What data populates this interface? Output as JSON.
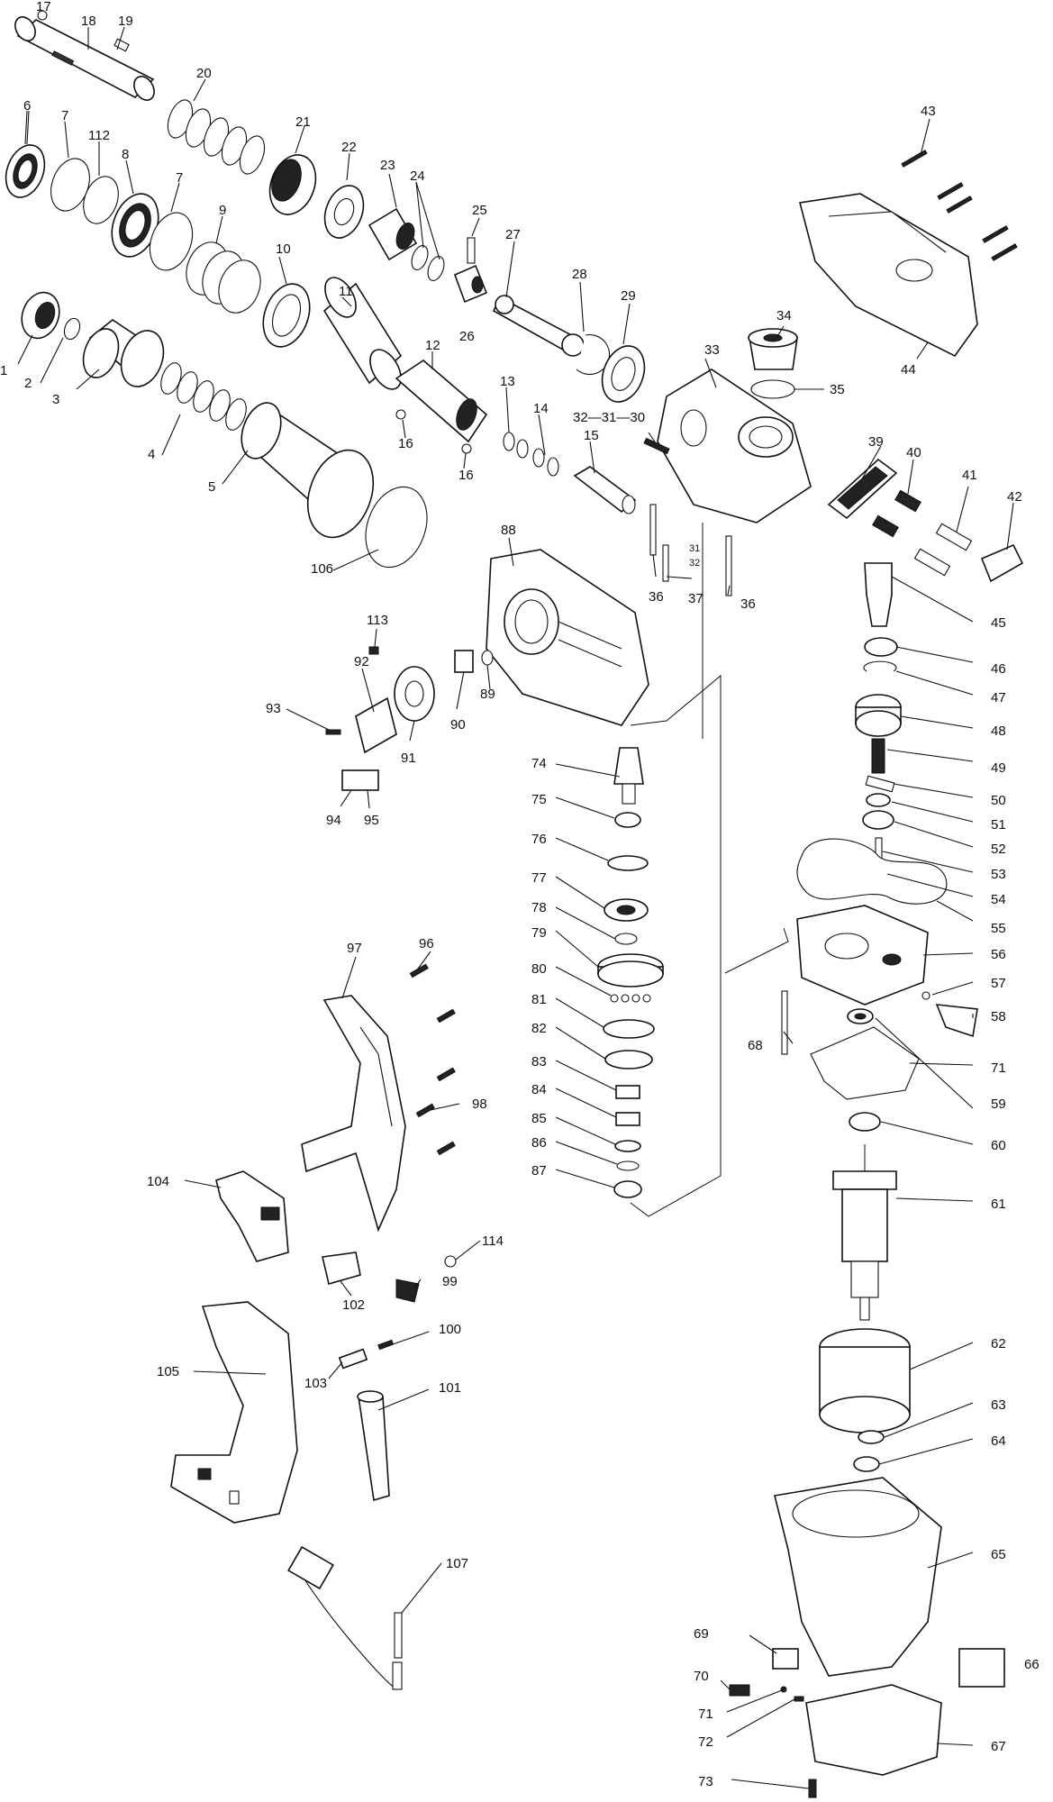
{
  "labels": {
    "p1": "1",
    "p2": "2",
    "p3": "3",
    "p4": "4",
    "p5": "5",
    "p6": "6",
    "p7a": "7",
    "p7b": "7",
    "p8": "8",
    "p9": "9",
    "p10": "10",
    "p11": "11",
    "p12": "12",
    "p13": "13",
    "p14": "14",
    "p15": "15",
    "p16a": "16",
    "p16b": "16",
    "p17": "17",
    "p18": "18",
    "p19": "19",
    "p20": "20",
    "p21": "21",
    "p22": "22",
    "p23": "23",
    "p24": "24",
    "p25": "25",
    "p26": "26",
    "p27": "27",
    "p28": "28",
    "p29": "29",
    "p30row": "32—31—30",
    "p31": "31",
    "p32": "32",
    "p33": "33",
    "p34": "34",
    "p35": "35",
    "p36a": "36",
    "p36b": "36",
    "p37": "37",
    "p39": "39",
    "p40": "40",
    "p41": "41",
    "p42": "42",
    "p43": "43",
    "p44": "44",
    "p45": "45",
    "p46": "46",
    "p47": "47",
    "p48": "48",
    "p49": "49",
    "p50": "50",
    "p51": "51",
    "p52": "52",
    "p53": "53",
    "p54": "54",
    "p55": "55",
    "p56": "56",
    "p57": "57",
    "p58": "58",
    "p59": "59",
    "p60": "60",
    "p61": "61",
    "p62": "62",
    "p63": "63",
    "p64": "64",
    "p65": "65",
    "p66": "66",
    "p67": "67",
    "p68": "68",
    "p69": "69",
    "p70": "70",
    "p71a": "71",
    "p71b": "71",
    "p72": "72",
    "p73": "73",
    "p74": "74",
    "p75": "75",
    "p76": "76",
    "p77": "77",
    "p78": "78",
    "p79": "79",
    "p80": "80",
    "p81": "81",
    "p82": "82",
    "p83": "83",
    "p84": "84",
    "p85": "85",
    "p86": "86",
    "p87": "87",
    "p88": "88",
    "p89": "89",
    "p90": "90",
    "p91": "91",
    "p92": "92",
    "p93": "93",
    "p94": "94",
    "p95": "95",
    "p96": "96",
    "p97": "97",
    "p98": "98",
    "p99": "99",
    "p100": "100",
    "p101": "101",
    "p102": "102",
    "p103": "103",
    "p104": "104",
    "p105": "105",
    "p106": "106",
    "p107": "107",
    "p112": "112",
    "p113": "113",
    "p114": "114"
  }
}
